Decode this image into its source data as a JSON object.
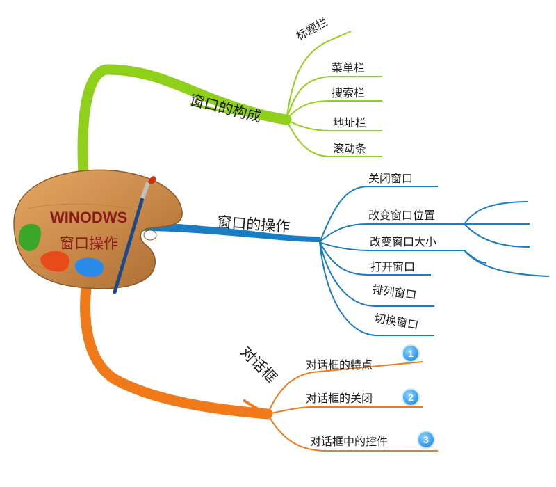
{
  "center": {
    "title": "WINODWS",
    "subtitle": "窗口操作"
  },
  "branches": [
    {
      "label": "窗口的构成",
      "color": "#8fd11a",
      "children": [
        "标题栏",
        "菜单栏",
        "搜索栏",
        "地址栏",
        "滚动条"
      ]
    },
    {
      "label": "窗口的操作",
      "color": "#1a7cc2",
      "children": [
        "关闭窗口",
        "改变窗口位置",
        "改变窗口大小",
        "打开窗口",
        "排列窗口",
        "切换窗口"
      ]
    },
    {
      "label": "对话框",
      "color": "#f07a1a",
      "children": [
        "对话框的特点",
        "对话框的关闭",
        "对话框中的控件"
      ],
      "badges": [
        "1",
        "2",
        "3"
      ]
    }
  ],
  "palette_colors": {
    "wood": "#c98a4a",
    "green": "#3aa62a",
    "red": "#e84a1a",
    "blue": "#2a8ae8"
  }
}
